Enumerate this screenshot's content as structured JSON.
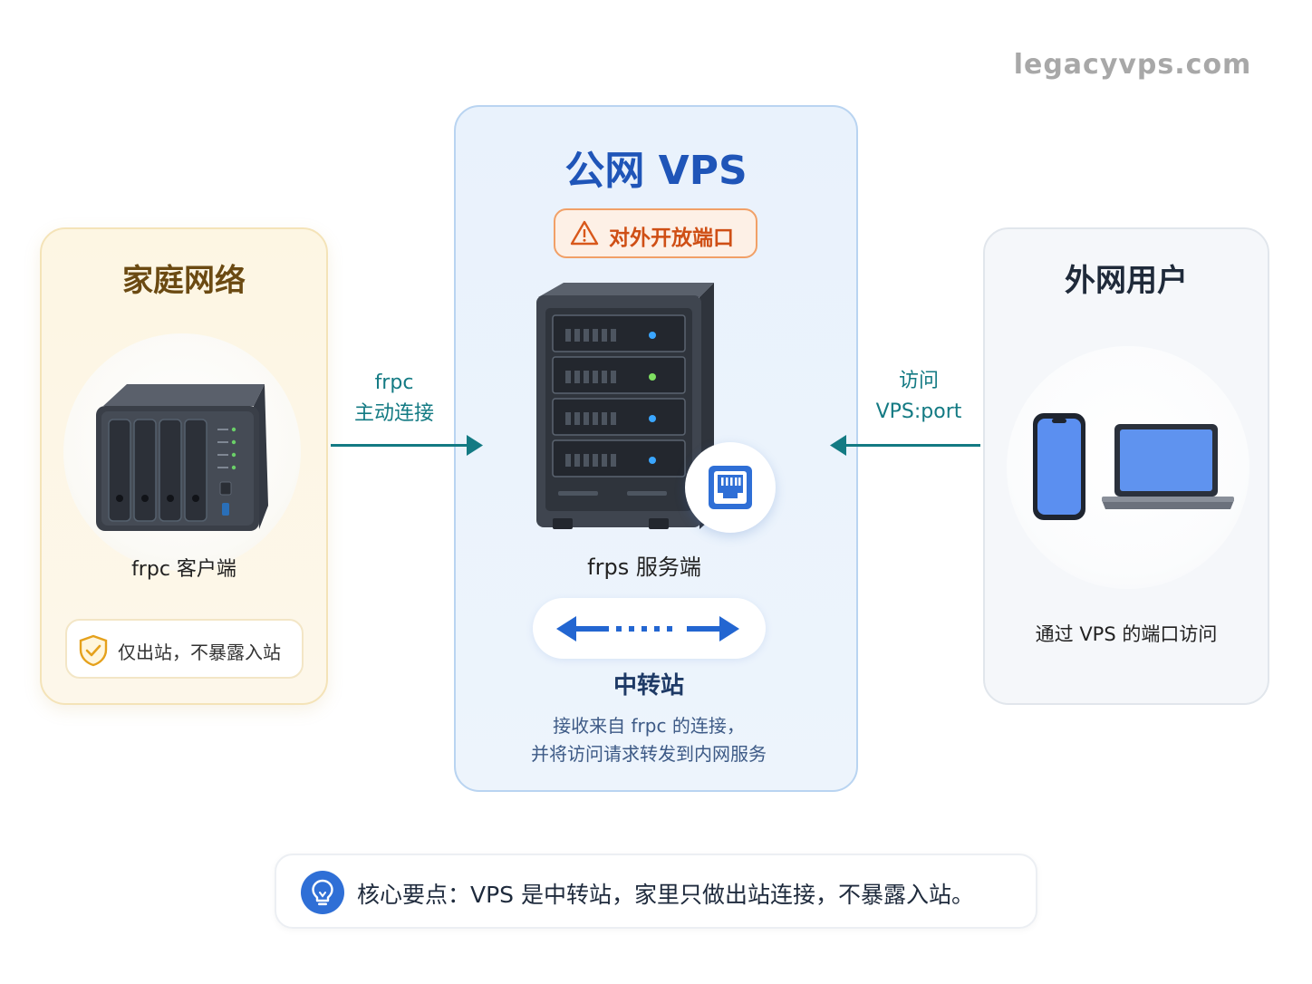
{
  "watermark": "legacyvps.com",
  "home": {
    "title": "家庭网络",
    "client_label": "frpc 客户端",
    "security_note": "仅出站，不暴露入站",
    "device_icon": "nas-device-icon",
    "note_icon": "shield-check-icon"
  },
  "vps": {
    "title": "公网 VPS",
    "warning": "对外开放端口",
    "warning_icon": "warning-triangle-icon",
    "server_label": "frps 服务端",
    "relay_title": "中转站",
    "relay_desc_line1": "接收来自 frpc 的连接，",
    "relay_desc_line2": "并将访问请求转发到内网服务",
    "server_icon": "server-rack-icon",
    "port_icon": "ethernet-port-icon",
    "relay_icon": "bidirectional-arrow-icon"
  },
  "user": {
    "title": "外网用户",
    "desc": "通过 VPS 的端口访问",
    "devices_icon": "phone-laptop-icon"
  },
  "arrows": {
    "left_line1": "frpc",
    "left_line2": "主动连接",
    "right_line1": "访问",
    "right_line2": "VPS:port"
  },
  "summary": {
    "text": "核心要点：VPS 是中转站，家里只做出站连接，不暴露入站。",
    "icon": "lightbulb-icon"
  },
  "colors": {
    "vps_blue": "#1f55b8",
    "arrow_teal": "#137a83",
    "warning_orange": "#cf4f15",
    "home_brown": "#6b4a12"
  }
}
